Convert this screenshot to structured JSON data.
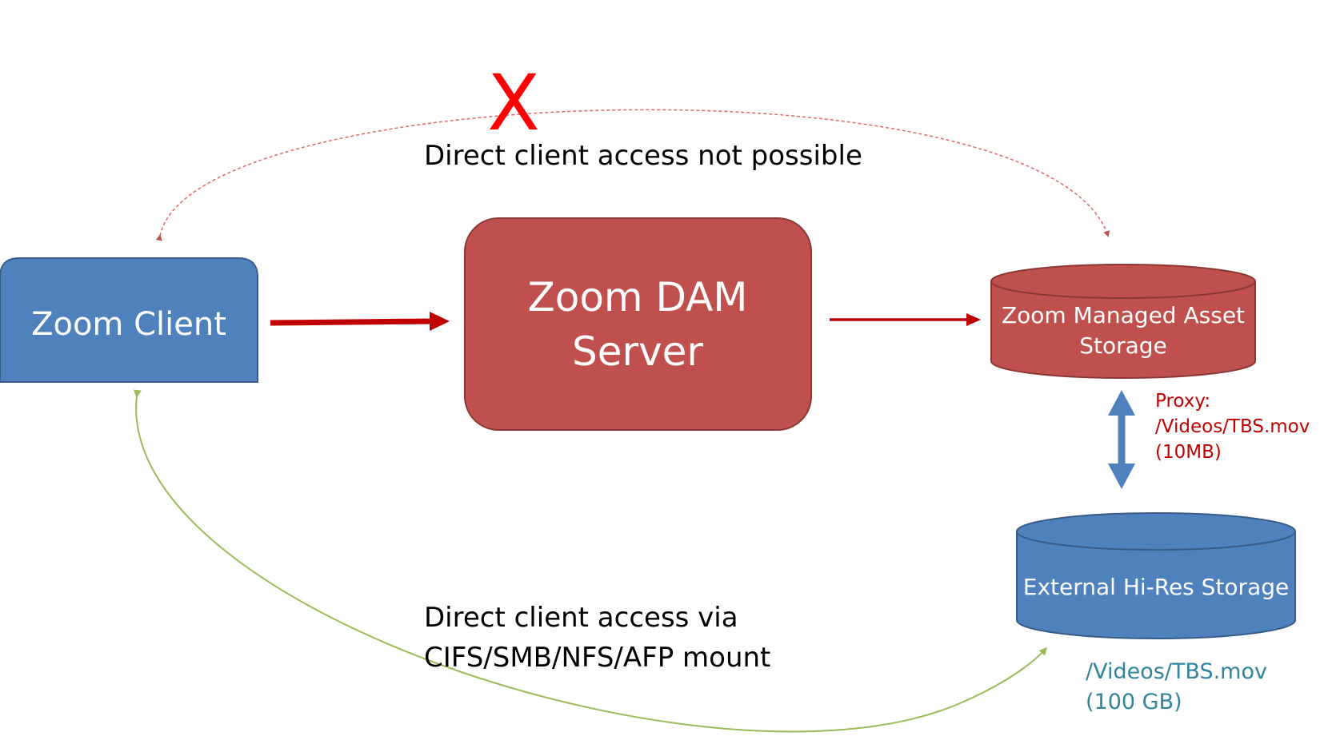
{
  "nodes": {
    "client": {
      "label": "Zoom Client"
    },
    "server": {
      "label_line1": "Zoom DAM",
      "label_line2": "Server"
    },
    "managed_storage": {
      "label_line1": "Zoom Managed Asset",
      "label_line2": "Storage"
    },
    "external_storage": {
      "label": "External Hi-Res Storage"
    }
  },
  "annotations": {
    "x_mark": "X",
    "not_possible": "Direct client access not possible",
    "direct_access_line1": "Direct client access via",
    "direct_access_line2": "CIFS/SMB/NFS/AFP mount",
    "proxy_line1": "Proxy:",
    "proxy_line2": "/Videos/TBS.mov",
    "proxy_line3": "(10MB)",
    "hires_line1": "/Videos/TBS.mov",
    "hires_line2": "(100 GB)"
  },
  "colors": {
    "blue_fill": "#4f81bd",
    "blue_stroke": "#385d8a",
    "red_fill": "#c0504d",
    "red_stroke": "#8c3836",
    "arrow_red": "#c00000",
    "curve_green": "#9bbb59",
    "curve_red_dashed": "#e06666"
  }
}
